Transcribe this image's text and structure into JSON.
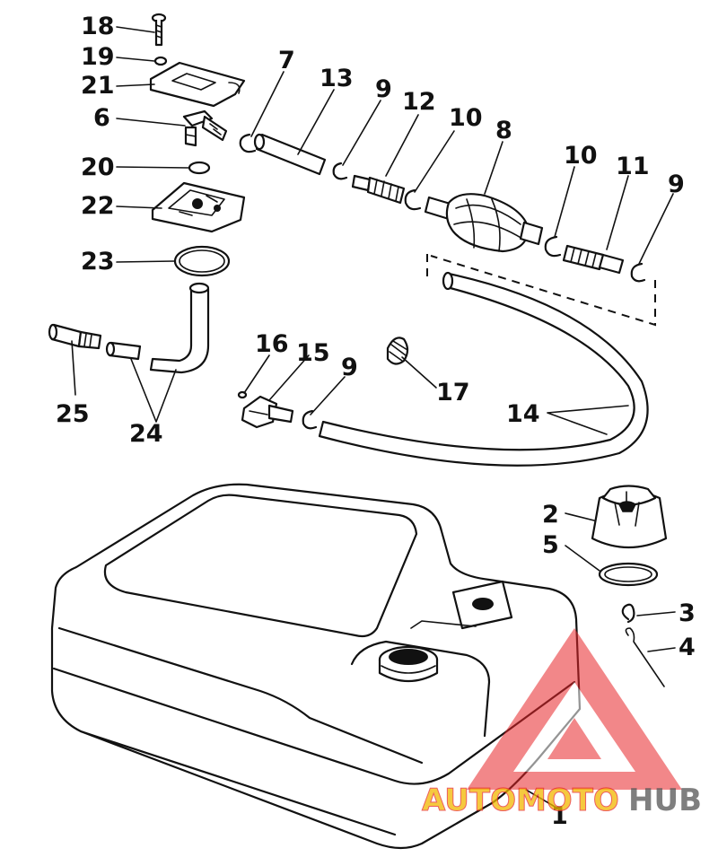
{
  "diagram": {
    "callouts": [
      {
        "id": "c18",
        "label": "18"
      },
      {
        "id": "c19",
        "label": "19"
      },
      {
        "id": "c21",
        "label": "21"
      },
      {
        "id": "c6",
        "label": "6"
      },
      {
        "id": "c20",
        "label": "20"
      },
      {
        "id": "c22",
        "label": "22"
      },
      {
        "id": "c23",
        "label": "23"
      },
      {
        "id": "c25",
        "label": "25"
      },
      {
        "id": "c24",
        "label": "24"
      },
      {
        "id": "c7",
        "label": "7"
      },
      {
        "id": "c13",
        "label": "13"
      },
      {
        "id": "c9a",
        "label": "9"
      },
      {
        "id": "c12",
        "label": "12"
      },
      {
        "id": "c10a",
        "label": "10"
      },
      {
        "id": "c8",
        "label": "8"
      },
      {
        "id": "c10b",
        "label": "10"
      },
      {
        "id": "c11",
        "label": "11"
      },
      {
        "id": "c9b",
        "label": "9"
      },
      {
        "id": "c16",
        "label": "16"
      },
      {
        "id": "c15",
        "label": "15"
      },
      {
        "id": "c9c",
        "label": "9"
      },
      {
        "id": "c17",
        "label": "17"
      },
      {
        "id": "c14",
        "label": "14"
      },
      {
        "id": "c2",
        "label": "2"
      },
      {
        "id": "c5",
        "label": "5"
      },
      {
        "id": "c3",
        "label": "3"
      },
      {
        "id": "c4",
        "label": "4"
      },
      {
        "id": "c1",
        "label": "1"
      }
    ]
  },
  "watermark": {
    "word_part_1": "AUTOMOTO",
    "word_part_2": "HUB",
    "color_primary": "#e8262a",
    "color_secondary": "#f2b800",
    "color_dark": "#555555"
  }
}
